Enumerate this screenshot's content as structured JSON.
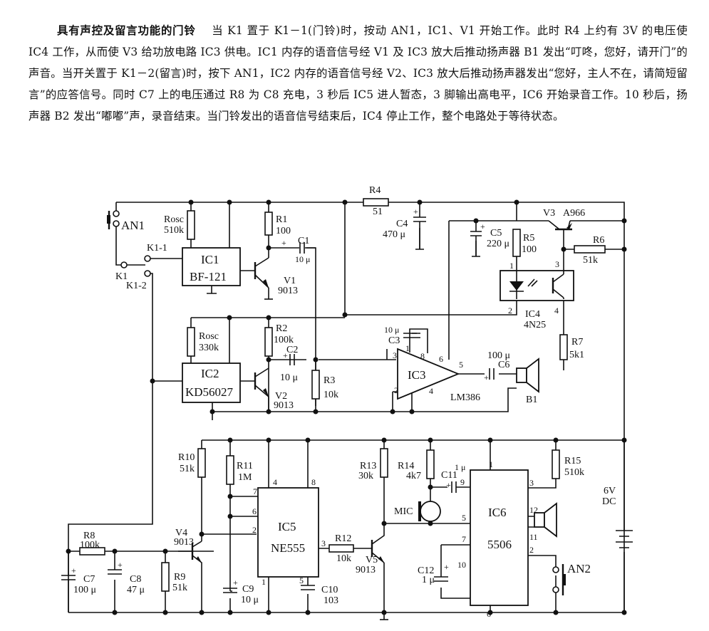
{
  "description": {
    "title": "具有声控及留言功能的门铃",
    "body": "当 K1 置于 K1－1(门铃)时，按动 AN1，IC1、V1 开始工作。此时 R4 上约有 3V 的电压使 IC4 工作，从而使 V3 给功放电路 IC3 供电。IC1 内存的语音信号经 V1 及 IC3 放大后推动扬声器 B1 发出“叮咚，您好，请开门”的声音。当开关置于 K1－2(留言)时，按下 AN1，IC2 内存的语音信号经 V2、IC3 放大后推动扬声器发出“您好，主人不在，请简短留言”的应答信号。同时 C7 上的电压通过 R8 为 C8 充电，3 秒后 IC5 进人暂态，3 脚输出高电平，IC6 开始录音工作。10 秒后，扬声器 B2 发出“嘟嘟”声，录音结束。当门铃发出的语音信号结束后，IC4 停止工作，整个电路处于等待状态。"
  },
  "schematic": {
    "switches": {
      "an1": "AN1",
      "k1": "K1",
      "k1_1": "K1-1",
      "k1_2": "K1-2",
      "an2": "AN2"
    },
    "ics": {
      "ic1": {
        "name": "IC1",
        "part": "BF-121"
      },
      "ic2": {
        "name": "IC2",
        "part": "KD56027"
      },
      "ic3": {
        "name": "IC3",
        "part": "LM386"
      },
      "ic4": {
        "name": "IC4",
        "part": "4N25"
      },
      "ic5": {
        "name": "IC5",
        "part": "NE555"
      },
      "ic6": {
        "name": "IC6",
        "part": "5506"
      }
    },
    "resistors": {
      "rosc1": {
        "name": "Rosc",
        "value": "510k"
      },
      "rosc2": {
        "name": "Rosc",
        "value": "330k"
      },
      "r1": {
        "name": "R1",
        "value": "100"
      },
      "r2": {
        "name": "R2",
        "value": "100k"
      },
      "r3": {
        "name": "R3",
        "value": "10k"
      },
      "r4": {
        "name": "R4",
        "value": "51"
      },
      "r5": {
        "name": "R5",
        "value": "100"
      },
      "r6": {
        "name": "R6",
        "value": "51k"
      },
      "r7": {
        "name": "R7",
        "value": "5k1"
      },
      "r8": {
        "name": "R8",
        "value": "100k"
      },
      "r9": {
        "name": "R9",
        "value": "51k"
      },
      "r10": {
        "name": "R10",
        "value": "51k"
      },
      "r11": {
        "name": "R11",
        "value": "1M"
      },
      "r12": {
        "name": "R12",
        "value": "10k"
      },
      "r13": {
        "name": "R13",
        "value": "30k"
      },
      "r14": {
        "name": "R14",
        "value": "4k7"
      },
      "r15": {
        "name": "R15",
        "value": "510k"
      }
    },
    "capacitors": {
      "c1": {
        "name": "C1",
        "value": "10 μ"
      },
      "c2": {
        "name": "C2",
        "value": "10 μ"
      },
      "c3": {
        "name": "C3",
        "value": "10 μ"
      },
      "c4": {
        "name": "C4",
        "value": "470 μ"
      },
      "c5": {
        "name": "C5",
        "value": "220 μ"
      },
      "c6": {
        "name": "C6",
        "value": "100 μ"
      },
      "c7": {
        "name": "C7",
        "value": "100 μ"
      },
      "c8": {
        "name": "C8",
        "value": "47 μ"
      },
      "c9": {
        "name": "C9",
        "value": "10 μ"
      },
      "c10": {
        "name": "C10",
        "value": "103"
      },
      "c11": {
        "name": "C11",
        "value": "1 μ"
      },
      "c12": {
        "name": "C12",
        "value": "1 μ"
      }
    },
    "transistors": {
      "v1": {
        "name": "V1",
        "part": "9013"
      },
      "v2": {
        "name": "V2",
        "part": "9013"
      },
      "v3": {
        "name": "V3",
        "part": "A966"
      },
      "v4": {
        "name": "V4",
        "part": "9013"
      },
      "v5": {
        "name": "V5",
        "part": "9013"
      }
    },
    "others": {
      "b1": "B1",
      "mic": "MIC",
      "battery_v": "6V",
      "battery_dc": "DC",
      "plus": "+"
    },
    "pins": {
      "ic3": {
        "p1": "1",
        "p2": "2",
        "p3": "3",
        "p4": "4",
        "p5": "5",
        "p6": "6",
        "p8": "8"
      },
      "ic4": {
        "p1": "1",
        "p2": "2",
        "p3": "3",
        "p4": "4"
      },
      "ic5": {
        "p1": "1",
        "p2": "2",
        "p3": "3",
        "p4": "4",
        "p5": "5",
        "p6": "6",
        "p7": "7",
        "p8": "8"
      },
      "ic6": {
        "p1": "1",
        "p2": "2",
        "p3": "3",
        "p5": "5",
        "p6": "6",
        "p7": "7",
        "p9": "9",
        "p10": "10",
        "p11": "11",
        "p12": "12"
      }
    }
  }
}
